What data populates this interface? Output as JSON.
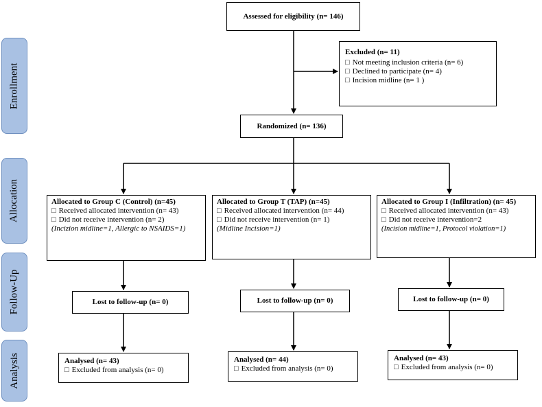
{
  "phases": [
    "Enrollment",
    "Allocation",
    "Follow-Up",
    "Analysis"
  ],
  "assessed": "Assessed for eligibility (n= 146)",
  "excluded": {
    "title": "Excluded (n= 11)",
    "items": [
      "Not meeting inclusion criteria (n= 6)",
      "Declined to participate (n= 4)",
      "Incision midline (n= 1 )"
    ]
  },
  "randomized": "Randomized (n= 136)",
  "groups": [
    {
      "allocation_title": "Allocated to Group C (Control) (n=45)",
      "received": "Received allocated intervention (n= 43)",
      "not_received": "Did not receive intervention (n= 2)",
      "reasons": "(Incizion midline=1, Allergic to NSAIDS=1)",
      "followup": "Lost to follow-up (n= 0)",
      "analysed": "Analysed (n= 43)",
      "excluded_analysis": "Excluded from analysis (n= 0)"
    },
    {
      "allocation_title": "Allocated to Group T (TAP) (n=45)",
      "received": "Received allocated intervention (n= 44)",
      "not_received": "Did not receive intervention (n= 1)",
      "reasons": "(Midline Incision=1)",
      "followup": "Lost to follow-up (n= 0)",
      "analysed": "Analysed (n= 44)",
      "excluded_analysis": "Excluded from analysis (n= 0)"
    },
    {
      "allocation_title": "Allocated to Group I (Infiltration) (n= 45)",
      "received": "Received allocated intervention (n= 43)",
      "not_received": "Did not receive intervention=2",
      "reasons": "(Incision midline=1, Protocol violation=1)",
      "followup": "Lost to follow-up (n= 0)",
      "analysed": "Analysed (n= 43)",
      "excluded_analysis": "Excluded from analysis (n= 0)"
    }
  ]
}
